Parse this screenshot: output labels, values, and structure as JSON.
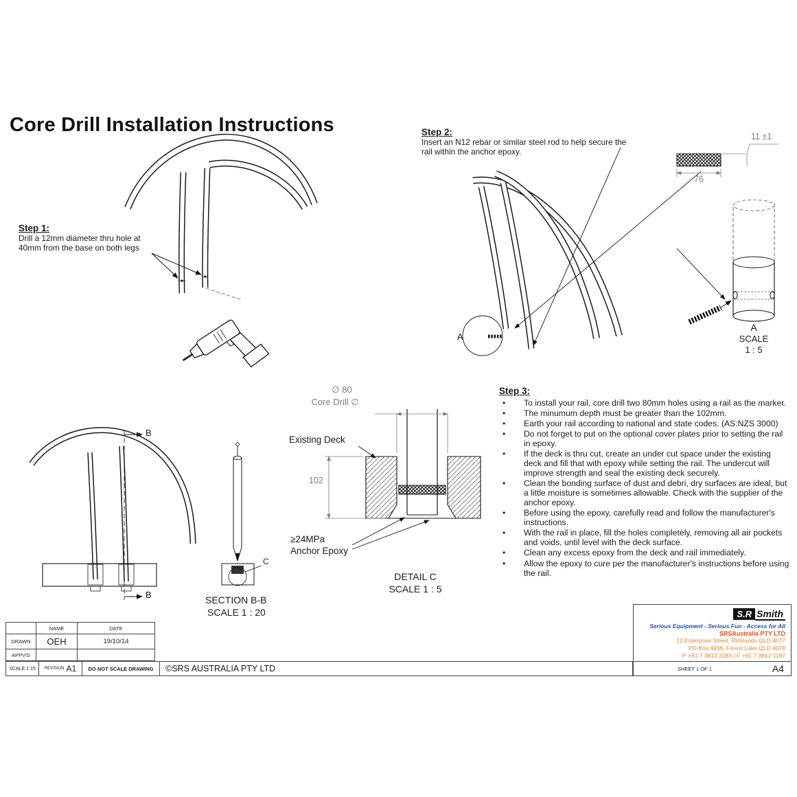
{
  "title": "Core Drill Installation Instructions",
  "step1": {
    "heading": "Step 1:",
    "body": "Drill a 12mm diameter thru hole at 40mm from the base on both legs"
  },
  "step2": {
    "heading": "Step 2:",
    "body": "Insert an N12 rebar or similar steel rod to help secure the rail within the anchor epoxy."
  },
  "step3": {
    "heading": "Step 3:",
    "bullets": [
      "To install your rail, core drill two 80mm holes using a rail as the marker.",
      "The minumum depth must be greater than the 102mm.",
      "Earth your rail according to national and state codes. (AS:NZS 3000)",
      "Do not forget to put on the optional cover plates prior to setting the rail in epoxy.",
      "If the deck is thru cut, create an under cut space under the existing deck and fill that with epoxy while setting the rail. The undercut will improve strength and seal the existing deck securely.",
      "Clean the bonding surface of dust and debri, dry surfaces are ideal, but a little moisture is sometimes allowable. Check with the supplier of the anchor epoxy.",
      "Before using the epoxy, carefully read and follow the manufacturer's instructions.",
      "With the rail in place, fill the holes completely, removing all air pockets and voids, until level with the deck surface.",
      "Clean any excess epoxy from the deck and rail immediately.",
      "Allow the epoxy to cure per the manufacturer's instructions before using the rail."
    ]
  },
  "dims": {
    "rebar_thickness": "11 ±1",
    "rebar_length": "76",
    "core_diameter": "∅ 80",
    "core_drill": "Core Drill ∅",
    "depth": "102"
  },
  "labels": {
    "existing_deck": "Existing Deck",
    "epoxy_rating": "≥24MPa",
    "epoxy_name": "Anchor Epoxy",
    "detail_a_letter": "A",
    "detail_a_scale_word": "SCALE",
    "detail_a_scale_value": "1 : 5",
    "detail_c_title": "DETAIL C",
    "detail_c_scale": "SCALE 1 : 5",
    "section_title": "SECTION B-B",
    "section_scale": "SCALE 1 : 20",
    "section_arrow": "B",
    "balloon_a": "A",
    "balloon_c": "C"
  },
  "title_block": {
    "name_header": "NAME",
    "date_header": "DATE",
    "drawn_label": "DRAWN",
    "drawn_by": "OEH",
    "drawn_date": "19/10/14",
    "approved_label": "APPV'D",
    "scale": "SCALE:1:15",
    "revision_label": "REVISION",
    "revision": "A1",
    "note": "DO NOT SCALE DRAWING",
    "copyright": "©SRS AUSTRALIA PTY LTD",
    "sheet": "SHEET 1 OF 1",
    "paper_size": "A4"
  },
  "company": {
    "logo_sr": "S.R",
    "logo_smith": "Smith",
    "tagline": "Serious Equipment - Serious Fun -  Access for All",
    "name": "SRSAustralia PTY LTD",
    "address1": "12 Enterprise Street, Richlands QLD 4077",
    "address2": "PO Box 4416, Forest Lake QLD 4078",
    "phone": "P +61 7 3812 2283 | F +61 7 3812 1187"
  }
}
